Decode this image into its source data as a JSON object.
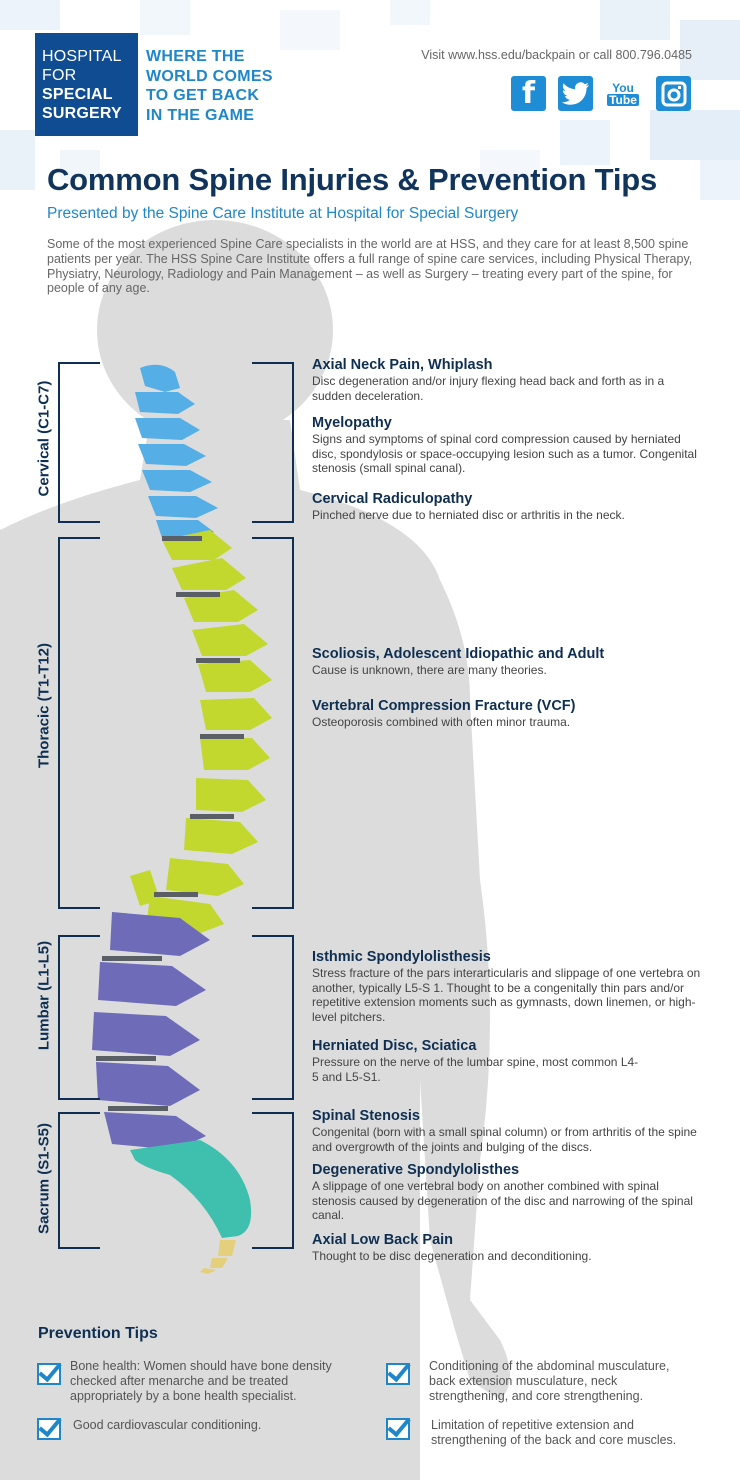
{
  "header": {
    "logo_lines": [
      "HOSPITAL",
      "FOR",
      "SPECIAL",
      "SURGERY"
    ],
    "tagline_lines": [
      "WHERE THE",
      "WORLD COMES",
      "TO GET BACK",
      "IN THE GAME"
    ],
    "contact": "Visit www.hss.edu/backpain or call  800.796.0485",
    "social": {
      "facebook": "f",
      "youtube_top": "You",
      "youtube_bottom": "Tube"
    }
  },
  "title": "Common Spine Injuries & Prevention Tips",
  "subtitle": "Presented by the Spine Care Institute at Hospital for Special Surgery",
  "intro": "Some of the most experienced Spine Care specialists in the world are at HSS, and they care for at least 8,500 spine patients per year.  The HSS Spine Care Institute offers a full range of spine care services, including Physical Therapy, Physiatry, Neurology, Radiology and Pain Management – as well as Surgery – treating every part of the spine, for people of any age.",
  "regions": {
    "cervical": "Cervical (C1-C7)",
    "thoracic": "Thoracic (T1-T12)",
    "lumbar": "Lumbar (L1-L5)",
    "sacrum": "Sacrum (S1-S5)"
  },
  "colors": {
    "cervical": "#56aee6",
    "thoracic": "#c2d82e",
    "lumbar": "#6e6bb8",
    "sacrum": "#3fbfae",
    "coccyx": "#e3cf7c",
    "silhouette": "#dcdcdc"
  },
  "conditions": [
    {
      "title": "Axial Neck Pain, Whiplash",
      "desc": "Disc degeneration and/or injury flexing head back and forth as in a sudden deceleration."
    },
    {
      "title": "Myelopathy",
      "desc": "Signs and symptoms of spinal cord compression caused by herniated disc, spondylosis or space-occupying lesion such as a tumor. Congenital stenosis (small spinal canal)."
    },
    {
      "title": "Cervical Radiculopathy",
      "desc": "Pinched nerve due to herniated disc or arthritis in the neck."
    },
    {
      "title": "Scoliosis, Adolescent Idiopathic and Adult",
      "desc": "Cause is unknown, there are many theories."
    },
    {
      "title": "Vertebral Compression Fracture (VCF)",
      "desc": "Osteoporosis combined with often minor trauma."
    },
    {
      "title": "Isthmic Spondylolisthesis",
      "desc": "Stress fracture of the pars interarticularis and slippage of one vertebra on another, typically L5-S 1. Thought to be a congenitally thin pars and/or repetitive extension moments such as gymnasts, down linemen, or high-level pitchers."
    },
    {
      "title": "Herniated Disc, Sciatica",
      "desc": "Pressure on the nerve of the lumbar spine, most common L4-5 and L5-S1."
    },
    {
      "title": "Spinal Stenosis",
      "desc": "Congenital (born with a small spinal column) or from arthritis of the spine and overgrowth of the joints and bulging of the discs."
    },
    {
      "title": "Degenerative Spondylolisthes",
      "desc": "A slippage of one vertebral body on another combined with spinal stenosis caused by degeneration of the disc and narrowing of the spinal canal."
    },
    {
      "title": "Axial Low Back Pain",
      "desc": "Thought to be disc degeneration and deconditioning."
    }
  ],
  "prevention": {
    "title": "Prevention Tips",
    "tips": [
      "Bone health: Women should have bone density checked after menarche and be treated appropriately by a bone health specialist.",
      "Good cardiovascular conditioning.",
      "Conditioning of the abdominal musculature, back extension musculature, neck strengthening, and core strengthening.",
      "Limitation of repetitive extension and strengthening of the back and core muscles."
    ]
  }
}
